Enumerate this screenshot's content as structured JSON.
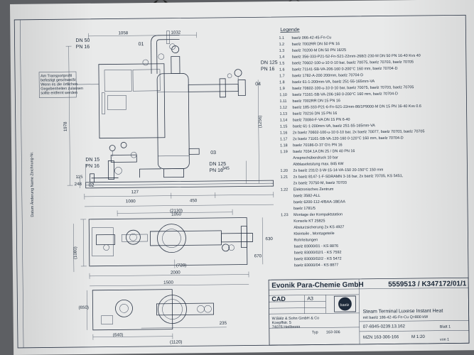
{
  "drawing": {
    "legend_title": "Legende",
    "legend": [
      {
        "no": "1.1",
        "text": "baelz 066-42-45-Fn-Cu"
      },
      {
        "no": "1.2",
        "text": "baelz 7002RR  DN 50 PN 16"
      },
      {
        "no": "1.3",
        "text": "baelz 70200-M  DN 50 PN 16/25"
      },
      {
        "no": "1.4",
        "text": "baelz 356-333-P21-52-Fn-S21-22mm-268/2-230-M  DN 50 PN 16-40 Kvs 40"
      },
      {
        "no": "1.5",
        "text": "baelz 70602-100-u-10  0-10 bar, baelz 70075, baelz 70703, baelz 70705"
      },
      {
        "no": "1.6",
        "text": "baelz 71141-SB-VA-206-160 0-200°C 160 mm, baelz 70704-D"
      },
      {
        "no": "1.7",
        "text": "baelz 1782-A-200 200mm, baelz 70704-D"
      },
      {
        "no": "1.8",
        "text": "baelz 61-1-200mm-VA, baelz 251-55-165mm-VA"
      },
      {
        "no": "1.9",
        "text": "baelz 70602-100-u-10  0-10 bar, baelz 70075, baelz 70703, baelz 70705"
      },
      {
        "no": "1.10",
        "text": "baelz 71161-SB-VA-206-160 0-200°C 160 mm, baelz 70704-D"
      },
      {
        "no": "1.11",
        "text": "baelz 7002RR  DN 15 PN 16"
      },
      {
        "no": "1.12",
        "text": "baelz 185-333-P21-6-Fn-S21-22mm-86/1P9000-M  DN 15 PN 16-40 Kvs 0.6"
      },
      {
        "no": "1.13",
        "text": "baelz 70216  DN 15 PN 16"
      },
      {
        "no": "1.14",
        "text": "baelz 70084-F-VA  DN 15 PN 6-40"
      },
      {
        "no": "1.15",
        "text": "baelz 61-1-200mm-VA, baelz 251-55-165mm-VA"
      },
      {
        "no": "1.16",
        "text": "2x baelz 70602-100-u-10  0-10 bar, 2x baelz 70077, baelz 70703, baelz 70705"
      },
      {
        "no": "1.17",
        "text": "2x baelz 71161-SB-VA-120-160 0-120°C 160 mm, baelz 70704-D"
      },
      {
        "no": "1.18",
        "text": "baelz 70186-D-37 G½ PN 16"
      },
      {
        "no": "1.19",
        "text": "baelz 7034.1A  DN 25 / DN 40 PN 16"
      },
      {
        "no": "",
        "text": "Ansprechüberdruck    10 bar"
      },
      {
        "no": "",
        "text": "Abblaseleistung      max. 845 kW"
      },
      {
        "no": "1.20",
        "text": "2x baelz 231/2-3-W-15-14-VA-150 20-150°C 150 mm"
      },
      {
        "no": "1.21",
        "text": "2x baelz 8147-1-F-SDRAMN  3-16 bar, 2x baelz 70705, KS 5451,"
      },
      {
        "no": "",
        "text": "2x baelz 70750-M, baelz 70703"
      },
      {
        "no": "1.22",
        "text": "Elektronisches Zentrum"
      },
      {
        "no": "",
        "text": "baelz 3582-ALL"
      },
      {
        "no": "",
        "text": "baelz 6200-112-4/BAA-1BEAA"
      },
      {
        "no": "",
        "text": "baelz 1781/5"
      },
      {
        "no": "1.23",
        "text": "Montage der Kompaktstation"
      },
      {
        "no": "",
        "text": "Konsole KT 25825"
      },
      {
        "no": "",
        "text": "Absturzsicherung 2x KS 4927"
      },
      {
        "no": "",
        "text": "Kleinteile , Montageteile"
      },
      {
        "no": "",
        "text": "Rohrleitungen"
      },
      {
        "no": "",
        "text": "baelz 83000/01        -  KS 8876"
      },
      {
        "no": "",
        "text": "baelz 83000/02/1     -  KS 7592"
      },
      {
        "no": "",
        "text": "baelz 83000/02/2     -  KS 5472"
      },
      {
        "no": "",
        "text": "baelz 83000/04        -  KS 8877"
      }
    ],
    "dims": {
      "d1058": "1058",
      "d1032": "1032",
      "d1978": "1978",
      "d1256": "(1256)",
      "d248": "248",
      "d115": "115",
      "d127": "127",
      "d345": "345",
      "d1000": "1000",
      "d450": "450",
      "d2130": "(2130)",
      "d1080": "(1080)",
      "d2000": "2000",
      "d720": "(720)",
      "d1500": "1500",
      "d650": "(650)",
      "d640": "(640)",
      "d1120": "(1120)",
      "d1050": "1050",
      "d670": "670",
      "d630": "630",
      "d235": "235"
    },
    "port_labels": {
      "p1": "DN 50",
      "p1b": "PN 16",
      "p2": "DN 125",
      "p2b": "PN 16",
      "p3": "DN 15",
      "p3b": "PN 16",
      "p4": "DN 125",
      "p4b": "PN 16",
      "n01": "01",
      "n02": "02",
      "n03": "03",
      "n04": "04"
    },
    "note": "Am Transportprofil befestigt geschweißt. Wenn es die örtlichen Gegebenheiten zulassen sollte entfernt werden",
    "side_note": "Datum  Änderung  Name  Zeichnung-Nr.",
    "title_block": {
      "company": "Evonik Para-Chemie GmbH",
      "order_no": "5559513 / K347172/01/1",
      "cad": "CAD",
      "format": "A3",
      "title": "Steam Terminal Luxese Instant Heat",
      "subtitle": "mit baelz 186-42-45-Fn-Cu  Q=800 kW",
      "drawing_no": "07-6945-0239.13.162",
      "type": "MZN 163-306-166",
      "firm": "W.Bälz & Sohn GmbH & Co",
      "firm2": "Koepffstr. 5",
      "firm3": "74076 Heilbronn",
      "logo": "baelz",
      "typ_label": "Typ",
      "typ_value": "163-306",
      "scale": "M 1:20",
      "sheet": "Blatt 1",
      "sheet_of": "von 1"
    }
  }
}
